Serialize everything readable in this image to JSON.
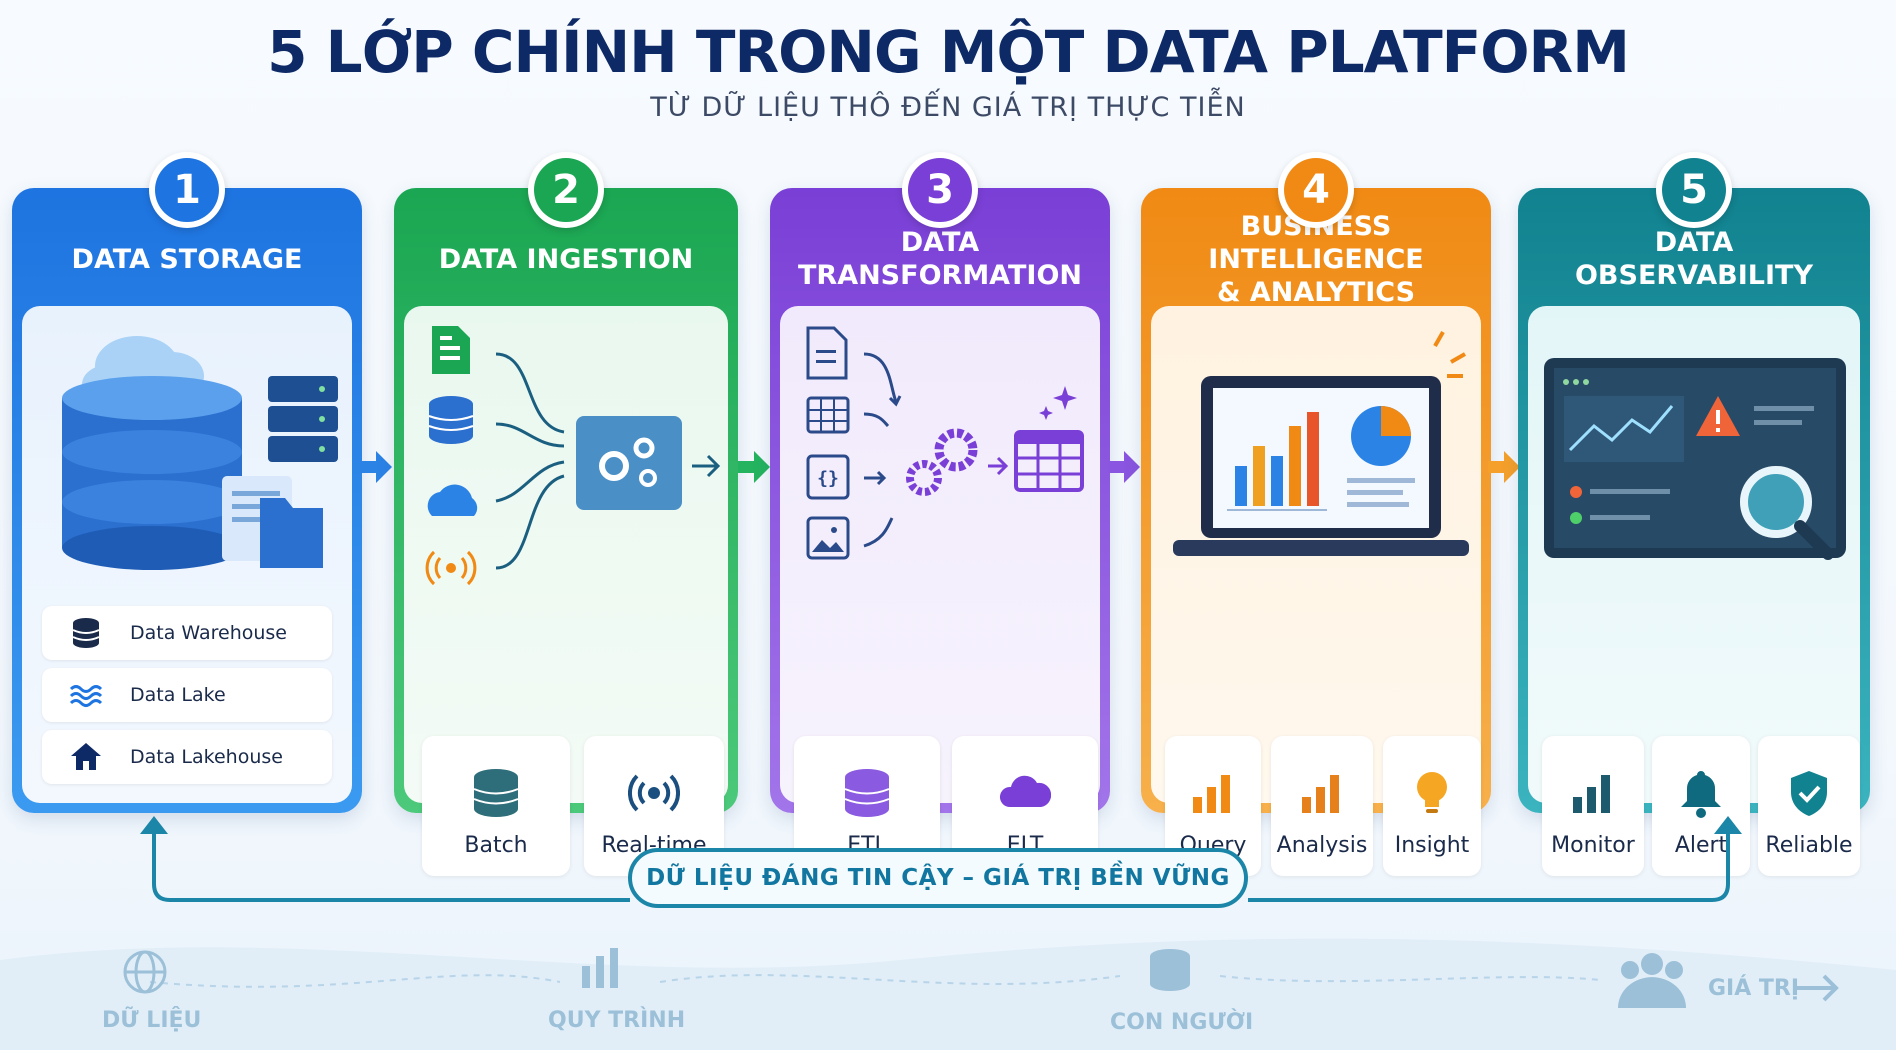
{
  "header": {
    "title": "5 LỚP CHÍNH TRONG MỘT DATA PLATFORM",
    "subtitle": "TỪ DỮ LIỆU THÔ ĐẾN GIÁ TRỊ THỰC TIỄN"
  },
  "layers": [
    {
      "number": "1",
      "title": "DATA STORAGE",
      "color": "#1e74e0",
      "items": [
        "Data Warehouse",
        "Data Lake",
        "Data Lakehouse"
      ]
    },
    {
      "number": "2",
      "title": "DATA INGESTION",
      "color": "#1aa652",
      "items": [
        "Batch",
        "Real-time"
      ]
    },
    {
      "number": "3",
      "title_line1": "DATA",
      "title_line2": "TRANSFORMATION",
      "color": "#7a3fd6",
      "items": [
        "ETL",
        "ELT"
      ]
    },
    {
      "number": "4",
      "title_line1": "BUSINESS INTELLIGENCE",
      "title_line2": "& ANALYTICS",
      "color": "#f08a14",
      "items": [
        "Query",
        "Analysis",
        "Insight"
      ]
    },
    {
      "number": "5",
      "title_line1": "DATA",
      "title_line2": "OBSERVABILITY",
      "color": "#11828f",
      "items": [
        "Monitor",
        "Alert",
        "Reliable"
      ]
    }
  ],
  "loop": {
    "label": "DỮ LIỆU ĐÁNG TIN CẬY – GIÁ TRỊ BỀN VỮNG"
  },
  "footer": {
    "items": [
      "DỮ LIỆU",
      "QUY TRÌNH",
      "CON NGƯỜI",
      "GIÁ TRỊ"
    ]
  }
}
